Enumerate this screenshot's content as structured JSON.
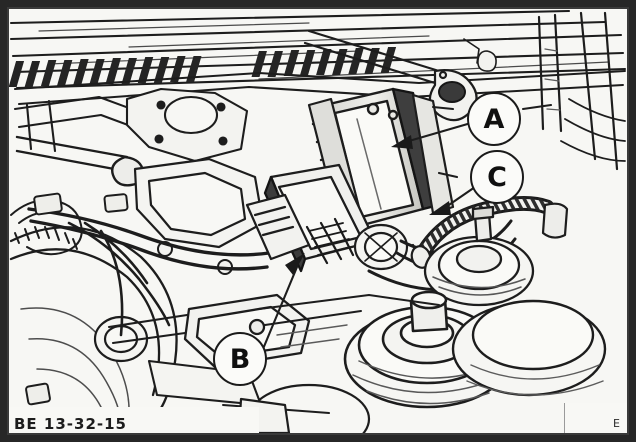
{
  "figure": {
    "caption": "BE 13-32-15",
    "corner_mark": "E",
    "subject": "engine-bay-line-drawing",
    "colors": {
      "ink": "#1a1a1a",
      "frame": "#272727",
      "paper": "#f7f7f4",
      "shade": "#bdbdbd"
    }
  },
  "callouts": [
    {
      "id": "a",
      "label": "A",
      "target": "control-module-upper"
    },
    {
      "id": "b",
      "label": "B",
      "target": "connector-terminal-block"
    },
    {
      "id": "c",
      "label": "C",
      "target": "strut-tower-stud"
    }
  ],
  "parts": {
    "cowl": "cowl-vent-grille",
    "wiper_linkage": "wiper-linkage-arm",
    "brake_booster": "brake-booster",
    "strut_mount": "strut-mount-dome",
    "relay_box": "relay-fuse-box",
    "corrugated_hose": "corrugated-hose",
    "harness": "wiring-harness"
  }
}
